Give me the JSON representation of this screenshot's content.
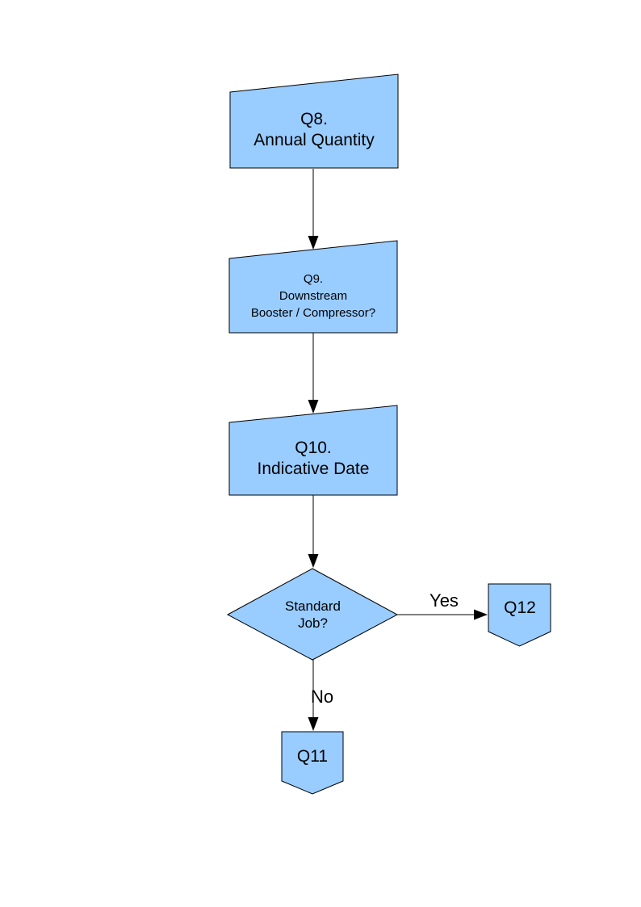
{
  "page": {
    "background": "#FFFFFF"
  },
  "colors": {
    "node_fill": "#99CCFF",
    "node_stroke": "#000000",
    "connector": "#000000",
    "text": "#000000"
  },
  "flowchart": {
    "nodes": {
      "q8": {
        "line1": "Q8.",
        "line2": "Annual Quantity"
      },
      "q9": {
        "line1": "Q9.",
        "line2": "Downstream",
        "line3": "Booster / Compressor?"
      },
      "q10": {
        "line1": "Q10.",
        "line2": "Indicative Date"
      },
      "decision": {
        "line1": "Standard",
        "line2": "Job?"
      },
      "q11": {
        "label": "Q11"
      },
      "q12": {
        "label": "Q12"
      }
    },
    "edge_labels": {
      "yes": "Yes",
      "no": "No"
    }
  }
}
